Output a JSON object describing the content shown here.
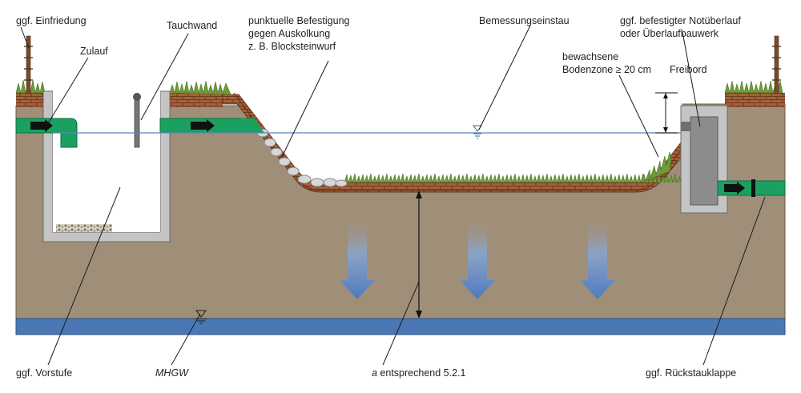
{
  "labels": {
    "einfriedung": "ggf. Einfriedung",
    "zulauf": "Zulauf",
    "tauchwand": "Tauchwand",
    "befestigung_1": "punktuelle Befestigung",
    "befestigung_2": "gegen Auskolkung",
    "befestigung_3": "z. B. Blocksteinwurf",
    "bemessungseinstau": "Bemessungseinstau",
    "notueberlauf_1": "ggf. befestigter Notüberlauf",
    "notueberlauf_2": "oder Überlaufbauwerk",
    "bodenzone_1": "bewachsene",
    "bodenzone_2": "Bodenzone ≥ 20 cm",
    "freibord": "Freibord",
    "vorstufe": "ggf. Vorstufe",
    "mhgw": "MHGW",
    "abstand_var": "a",
    "abstand_text": " entsprechend 5.2.1",
    "rueckstauklappe": "ggf. Rückstauklappe"
  },
  "colors": {
    "soil": "#a08f78",
    "groundwater": "#4a78b5",
    "brick": "#a6603a",
    "grass": "#6f9b3a",
    "pipe": "#1aa160",
    "concrete": "#c4c4c4",
    "water_line": "#5b83c2"
  }
}
